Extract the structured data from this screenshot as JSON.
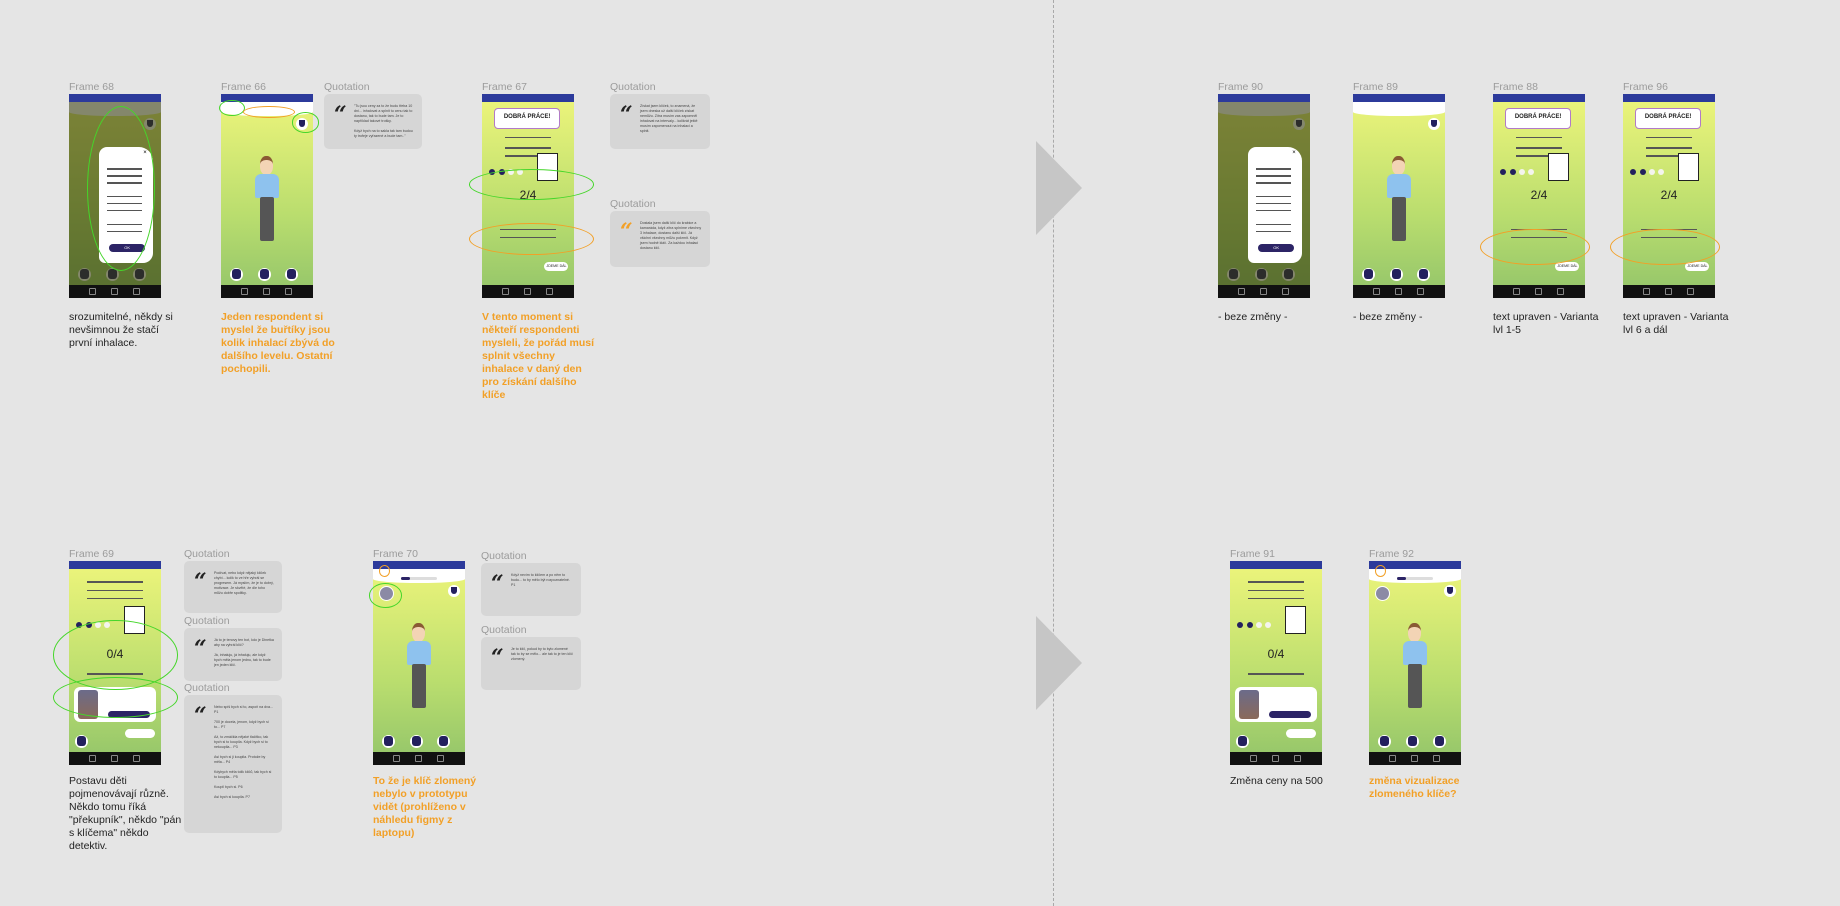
{
  "canvas": {
    "background": "#e5e5e5"
  },
  "colors": {
    "annotation_green": "#45d62a",
    "annotation_orange": "#f2a027",
    "status_bar": "#2c3a9b",
    "button_navy": "#2c2466"
  },
  "phone_text": {
    "good_job": "DOBRÁ PRÁCE!",
    "count_2_4": "2/4",
    "count_0_4": "0/4",
    "ok": "OK",
    "next": "JDEME DÁL"
  },
  "frames": [
    {
      "id": "f68",
      "label": "Frame 68",
      "variant": "modal",
      "annotations": [
        "green"
      ],
      "caption": "srozumitelné, někdy si nevšimnou že stačí první inhalace.",
      "caption_style": "normal"
    },
    {
      "id": "f66",
      "label": "Frame 66",
      "variant": "home",
      "annotations": [
        "green",
        "orange",
        "green"
      ],
      "caption": "Jeden respondent si myslel že buřtíky jsou kolik inhalací zbývá do dalšího levelu. Ostatní pochopili.",
      "caption_style": "orange"
    },
    {
      "id": "f67",
      "label": "Frame 67",
      "variant": "reward",
      "annotations": [
        "green",
        "orange"
      ],
      "caption": "V tento moment si někteří respondenti mysleli, že pořád musí splnit všechny inhalace v daný den pro získání dalšího klíče",
      "caption_style": "orange"
    },
    {
      "id": "f90",
      "label": "Frame 90",
      "variant": "modal",
      "annotations": [],
      "caption": "- beze změny -",
      "caption_style": "normal"
    },
    {
      "id": "f89",
      "label": "Frame 89",
      "variant": "home",
      "annotations": [],
      "caption": "- beze změny -",
      "caption_style": "normal"
    },
    {
      "id": "f88",
      "label": "Frame 88",
      "variant": "reward",
      "annotations": [
        "orange"
      ],
      "caption": "text upraven - Varianta lvl 1-5",
      "caption_style": "normal"
    },
    {
      "id": "f96",
      "label": "Frame 96",
      "variant": "reward",
      "annotations": [
        "orange"
      ],
      "caption": "text upraven - Varianta lvl 6 a dál",
      "caption_style": "normal"
    },
    {
      "id": "f69",
      "label": "Frame 69",
      "variant": "dealer",
      "annotations": [
        "green",
        "green"
      ],
      "caption": "Postavu děti pojmenovávají různě. Někdo tomu říká \"překupník\", někdo \"pán s klíčema\"  někdo detektiv.",
      "caption_style": "normal"
    },
    {
      "id": "f70",
      "label": "Frame 70",
      "variant": "home-avatar",
      "annotations": [
        "orange",
        "green"
      ],
      "caption": "To že je klíč zlomený nebylo v prototypu vidět (prohlíženo v náhledu figmy z laptopu)",
      "caption_style": "orange"
    },
    {
      "id": "f91",
      "label": "Frame 91",
      "variant": "dealer",
      "annotations": [],
      "caption": "Změna ceny na 500",
      "caption_style": "normal"
    },
    {
      "id": "f92",
      "label": "Frame 92",
      "variant": "home-avatar",
      "annotations": [
        "orange"
      ],
      "caption": "změna vizualizace zlomeného klíče?",
      "caption_style": "orange"
    }
  ],
  "quotations": [
    {
      "id": "q1",
      "label": "Quotation",
      "mark_color": "#222222",
      "text": "\"Tu jsou ceny za to že budu třeba 10 dní... inhalovat a splnit tu cenu tak to dostanu, tak to bude tam. Je to například takové trošky.\n\nKdyž bych na to sakla tak tam budou ty trofeje vyřazené a bude tam..\""
    },
    {
      "id": "q2",
      "label": "Quotation",
      "mark_color": "#222222",
      "text": "Získat jsem klíček, to znamená, že jsem dneska už další klíček získat nemůžu. Zítra musím zas zapomněl inhalovat na intervaly... kolikrát ještě musím zapomenout na inhalaci a splnit."
    },
    {
      "id": "q3",
      "label": "Quotation",
      "mark_color": "#f2a027",
      "text": "Dostala jsem další klíč do krabice a kamaráda, když zítra splníme všechny 3 inhalace, dostanu další klíč. Já všichni všechny můžu pokrmit. Když jsem hodně kláíí. Za každou inhalaci dostanu klíč."
    },
    {
      "id": "q4",
      "label": "Quotation",
      "mark_color": "#222222",
      "text": "Podívat, nebo když nějaký klíček chybí... kolik to ve hře vyhrál se progresem. Já myslím, že je to dobrý, motivace. Je skvělé, že dle toho můžu dobře spolitky."
    },
    {
      "id": "q5",
      "label": "Quotation",
      "mark_color": "#222222",
      "text": "Já to je tenovy ten bot, kdo je Dinetka aby na vyhrál klíč?\n\nJá, inhaluju, já inhaluju, ale když bych měla jenom jednu, tak to bude jen jeden klíč."
    },
    {
      "id": "q6",
      "label": "Quotation",
      "mark_color": "#222222",
      "text": "Nebo spíš bych si to, aspoň na dva... P1\n\n700 je docela, jenom, když bych si to... P7\n\nAž, to zmáčkla nějaké tlačítko, tak bych si to koupila. Když bych si to nekoupila... P3\n\nAsi bych si ji koupila. Protože by měla... P4\n\nKdybych měla tolik klíčů, tak bych si to koupila... P5\n\nKoupil bych si. P6\n\nAsi bych si koupila. P7"
    },
    {
      "id": "q7",
      "label": "Quotation",
      "mark_color": "#222222",
      "text": "Když nevím to klíčem a po něm to budu... to by mělo být rozpoznatelné. P1"
    },
    {
      "id": "q8",
      "label": "Quotation",
      "mark_color": "#222222",
      "text": "Je to klíč, pokud by to bylo zlomené tak to by se mělo... ale tak to je ten klíč zlomený."
    }
  ]
}
